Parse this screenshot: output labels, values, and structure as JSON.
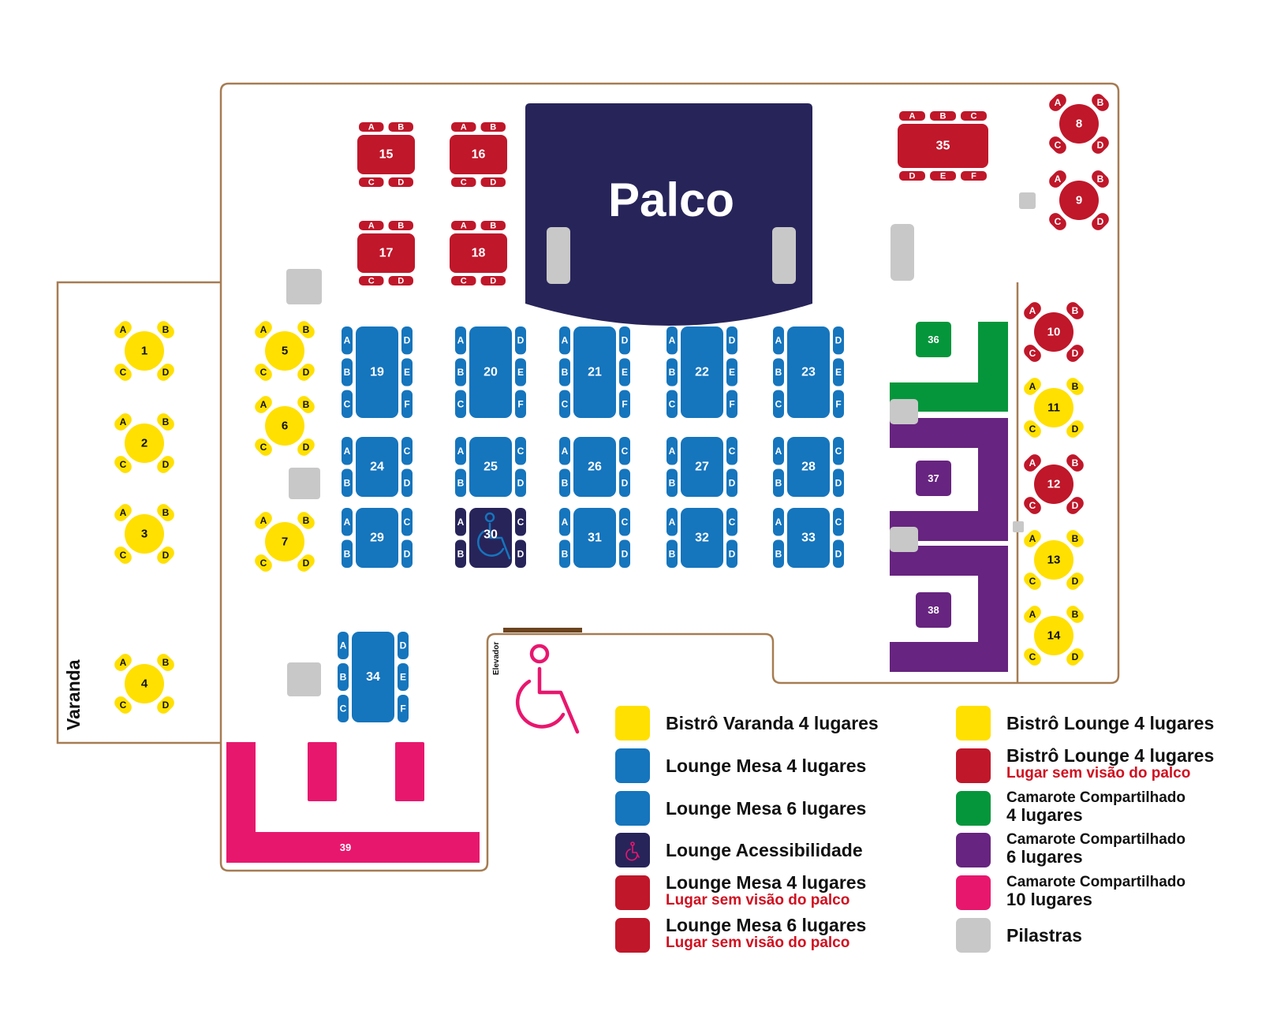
{
  "colors": {
    "yellow": "#FFE000",
    "blue": "#1575BD",
    "red": "#C0172A",
    "navy": "#27245A",
    "green": "#05963B",
    "purple": "#672480",
    "pink": "#E8176E",
    "gray": "#C8C8C8",
    "outline": "#A67C52",
    "alert_text": "#D01020"
  },
  "stage": {
    "label": "Palco"
  },
  "areas": {
    "varanda": "Varanda",
    "elevador": "Elevador"
  },
  "icons": {
    "accessibility": "wheelchair-icon"
  },
  "bistro_tables": [
    {
      "id": "1",
      "color": "yellow",
      "seats": [
        "A",
        "B",
        "C",
        "D"
      ]
    },
    {
      "id": "2",
      "color": "yellow",
      "seats": [
        "A",
        "B",
        "C",
        "D"
      ]
    },
    {
      "id": "3",
      "color": "yellow",
      "seats": [
        "A",
        "B",
        "C",
        "D"
      ]
    },
    {
      "id": "4",
      "color": "yellow",
      "seats": [
        "A",
        "B",
        "C",
        "D"
      ]
    },
    {
      "id": "5",
      "color": "yellow",
      "seats": [
        "A",
        "B",
        "C",
        "D"
      ]
    },
    {
      "id": "6",
      "color": "yellow",
      "seats": [
        "A",
        "B",
        "C",
        "D"
      ]
    },
    {
      "id": "7",
      "color": "yellow",
      "seats": [
        "A",
        "B",
        "C",
        "D"
      ]
    },
    {
      "id": "8",
      "color": "red",
      "seats": [
        "A",
        "B",
        "C",
        "D"
      ]
    },
    {
      "id": "9",
      "color": "red",
      "seats": [
        "A",
        "B",
        "C",
        "D"
      ]
    },
    {
      "id": "10",
      "color": "red",
      "seats": [
        "A",
        "B",
        "C",
        "D"
      ]
    },
    {
      "id": "11",
      "color": "yellow",
      "seats": [
        "A",
        "B",
        "C",
        "D"
      ]
    },
    {
      "id": "12",
      "color": "red",
      "seats": [
        "A",
        "B",
        "C",
        "D"
      ]
    },
    {
      "id": "13",
      "color": "yellow",
      "seats": [
        "A",
        "B",
        "C",
        "D"
      ]
    },
    {
      "id": "14",
      "color": "yellow",
      "seats": [
        "A",
        "B",
        "C",
        "D"
      ]
    }
  ],
  "red_tables": [
    {
      "id": "15",
      "top": [
        "A",
        "B"
      ],
      "bottom": [
        "C",
        "D"
      ]
    },
    {
      "id": "16",
      "top": [
        "A",
        "B"
      ],
      "bottom": [
        "C",
        "D"
      ]
    },
    {
      "id": "17",
      "top": [
        "A",
        "B"
      ],
      "bottom": [
        "C",
        "D"
      ]
    },
    {
      "id": "18",
      "top": [
        "A",
        "B"
      ],
      "bottom": [
        "C",
        "D"
      ]
    },
    {
      "id": "35",
      "top": [
        "A",
        "B",
        "C"
      ],
      "bottom": [
        "D",
        "E",
        "F"
      ]
    }
  ],
  "lounge_tables": [
    {
      "id": "19",
      "left": [
        "A",
        "B",
        "C"
      ],
      "right": [
        "D",
        "E",
        "F"
      ],
      "color": "blue"
    },
    {
      "id": "20",
      "left": [
        "A",
        "B",
        "C"
      ],
      "right": [
        "D",
        "E",
        "F"
      ],
      "color": "blue"
    },
    {
      "id": "21",
      "left": [
        "A",
        "B",
        "C"
      ],
      "right": [
        "D",
        "E",
        "F"
      ],
      "color": "blue"
    },
    {
      "id": "22",
      "left": [
        "A",
        "B",
        "C"
      ],
      "right": [
        "D",
        "E",
        "F"
      ],
      "color": "blue"
    },
    {
      "id": "23",
      "left": [
        "A",
        "B",
        "C"
      ],
      "right": [
        "D",
        "E",
        "F"
      ],
      "color": "blue"
    },
    {
      "id": "24",
      "left": [
        "A",
        "B"
      ],
      "right": [
        "C",
        "D"
      ],
      "color": "blue"
    },
    {
      "id": "25",
      "left": [
        "A",
        "B"
      ],
      "right": [
        "C",
        "D"
      ],
      "color": "blue"
    },
    {
      "id": "26",
      "left": [
        "A",
        "B"
      ],
      "right": [
        "C",
        "D"
      ],
      "color": "blue"
    },
    {
      "id": "27",
      "left": [
        "A",
        "B"
      ],
      "right": [
        "C",
        "D"
      ],
      "color": "blue"
    },
    {
      "id": "28",
      "left": [
        "A",
        "B"
      ],
      "right": [
        "C",
        "D"
      ],
      "color": "blue"
    },
    {
      "id": "29",
      "left": [
        "A",
        "B"
      ],
      "right": [
        "C",
        "D"
      ],
      "color": "blue"
    },
    {
      "id": "30",
      "left": [
        "A",
        "B"
      ],
      "right": [
        "C",
        "D"
      ],
      "color": "navy"
    },
    {
      "id": "31",
      "left": [
        "A",
        "B"
      ],
      "right": [
        "C",
        "D"
      ],
      "color": "blue"
    },
    {
      "id": "32",
      "left": [
        "A",
        "B"
      ],
      "right": [
        "C",
        "D"
      ],
      "color": "blue"
    },
    {
      "id": "33",
      "left": [
        "A",
        "B"
      ],
      "right": [
        "C",
        "D"
      ],
      "color": "blue"
    },
    {
      "id": "34",
      "left": [
        "A",
        "B",
        "C"
      ],
      "right": [
        "D",
        "E",
        "F"
      ],
      "color": "blue"
    }
  ],
  "boxes": [
    {
      "id": "36",
      "color": "green"
    },
    {
      "id": "37",
      "color": "purple"
    },
    {
      "id": "38",
      "color": "purple"
    },
    {
      "id": "39",
      "color": "pink"
    }
  ],
  "legend": [
    {
      "color": "yellow",
      "title": "Bistrô Varanda 4 lugares",
      "subtitle": ""
    },
    {
      "color": "blue",
      "title": "Lounge Mesa 4 lugares",
      "subtitle": ""
    },
    {
      "color": "blue",
      "title": "Lounge Mesa 6 lugares",
      "subtitle": ""
    },
    {
      "color": "navy",
      "title": "Lounge Acessibilidade",
      "subtitle": ""
    },
    {
      "color": "red",
      "title": "Lounge Mesa 4 lugares",
      "subtitle": "Lugar sem visão do palco"
    },
    {
      "color": "red",
      "title": "Lounge Mesa 6 lugares",
      "subtitle": "Lugar sem visão do palco"
    },
    {
      "color": "yellow",
      "title": "Bistrô Lounge 4 lugares",
      "subtitle": ""
    },
    {
      "color": "red",
      "title": "Bistrô Lounge 4 lugares",
      "subtitle": "Lugar sem visão do palco"
    },
    {
      "color": "green",
      "title": "Camarote Compartilhado",
      "subtitle": "4 lugares"
    },
    {
      "color": "purple",
      "title": "Camarote Compartilhado",
      "subtitle": "6 lugares"
    },
    {
      "color": "pink",
      "title": "Camarote Compartilhado",
      "subtitle": "10 lugares"
    },
    {
      "color": "gray",
      "title": "Pilastras",
      "subtitle": ""
    }
  ]
}
